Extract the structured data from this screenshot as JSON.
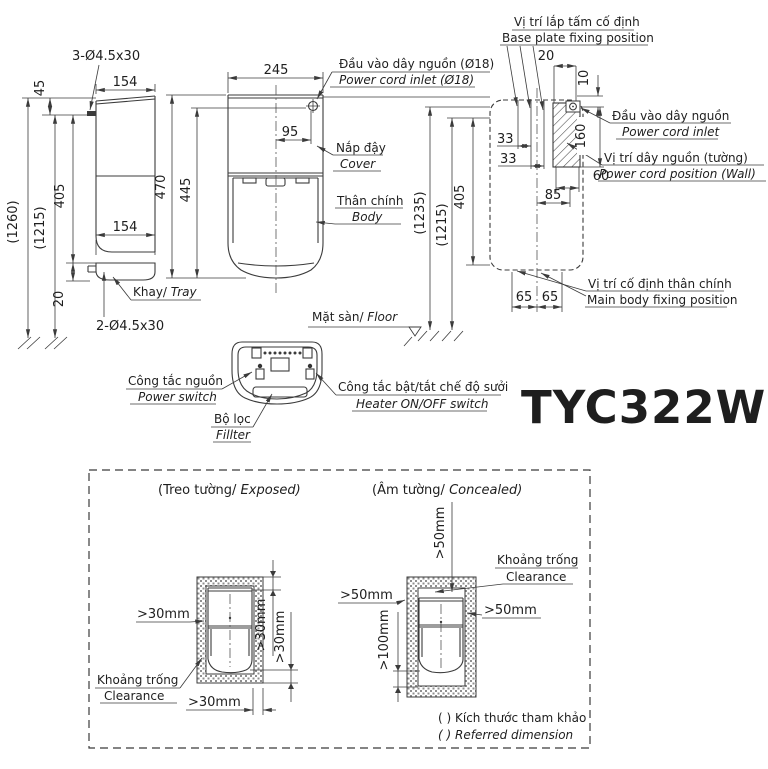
{
  "product": {
    "model": "TYC322W"
  },
  "side_view": {
    "holes_top": "3-Ø4.5x30",
    "dim_45": "45",
    "dim_depth_top": "154",
    "dim_1260": "(1260)",
    "dim_1215": "(1215)",
    "dim_405": "405",
    "dim_tray_depth": "154",
    "dim_20": "20",
    "holes_tray": "2-Ø4.5x30",
    "label_tray_vn": "Khay/ ",
    "label_tray_en": "Tray"
  },
  "front_view": {
    "dim_width": "245",
    "dim_cord_offset": "95",
    "dim_470": "470",
    "dim_445": "445",
    "label_cord_vn": "Đầu vào dây nguồn (Ø18)",
    "label_cord_en": "Power cord inlet (Ø18)",
    "label_cover_vn": "Nắp đậy",
    "label_cover_en": "Cover",
    "label_body_vn": "Thân chính",
    "label_body_en": "Body"
  },
  "section_view": {
    "label_baseplate_vn": "Vị trí lắp tấm cố định",
    "label_baseplate_en": "Base plate fixing position",
    "dim_20": "20",
    "dim_10": "10",
    "dim_33a": "33",
    "dim_33b": "33",
    "dim_160": "160",
    "dim_60": "60",
    "dim_85": "85",
    "label_cordinlet_vn": "Đầu vào dây nguồn",
    "label_cordinlet_en": "Power cord inlet",
    "label_cordwall_vn": "Vị trí dây nguồn (tường)",
    "label_cordwall_en": "Power cord position (Wall)",
    "dim_1235": "(1235)",
    "dim_1215": "(1215)",
    "dim_405": "405",
    "dim_65a": "65",
    "dim_65b": "65",
    "label_bodyfix_vn": "Vị trí cố định thân chính",
    "label_bodyfix_en": "Main body fixing position",
    "label_floor_vn": "Mặt sàn/ ",
    "label_floor_en": "Floor"
  },
  "bottom_view": {
    "label_power_vn": "Công tắc nguồn",
    "label_power_en": "Power switch",
    "label_heater_vn": "Công tắc bật/tắt chế độ sưởi",
    "label_heater_en": "Heater ON/OFF switch",
    "label_filter_vn": "Bộ lọc",
    "label_filter_en": "Fillter"
  },
  "installation": {
    "exposed_title_vn": "(Treo tường/ ",
    "exposed_title_en": "Exposed)",
    "concealed_title_vn": "(Âm tường/ ",
    "concealed_title_en": "Concealed)",
    "clearance_vn": "Khoảng trống",
    "clearance_en": "Clearance",
    "exposed": {
      "left": ">30mm",
      "right_top": ">30mm",
      "right_bottom": ">30mm",
      "bottom": ">30mm"
    },
    "concealed": {
      "top": ">50mm",
      "left": ">50mm",
      "right": ">50mm",
      "bottom": ">100mm"
    },
    "note_vn": "( ) Kích thước tham khảo",
    "note_en": "( ) Referred dimension"
  }
}
